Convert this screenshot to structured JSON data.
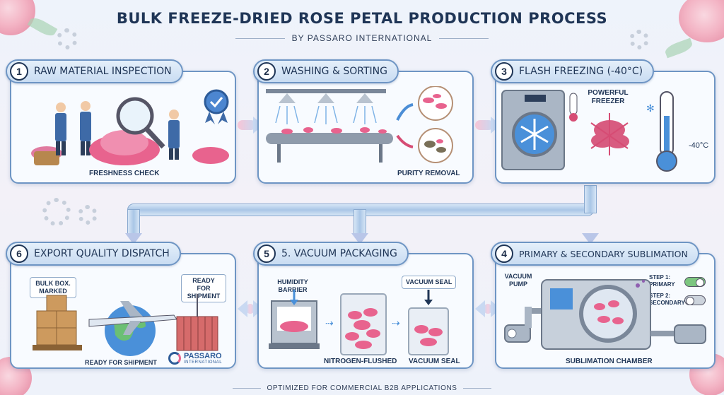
{
  "header": {
    "title": "BULK FREEZE-DRIED ROSE PETAL PRODUCTION PROCESS",
    "subtitle": "BY PASSARO INTERNATIONAL"
  },
  "steps": [
    {
      "number": "1",
      "title": "RAW MATERIAL INSPECTION",
      "captions": [
        "FRESHNESS CHECK"
      ]
    },
    {
      "number": "2",
      "title": "WASHING & SORTING",
      "captions": [
        "PURITY REMOVAL"
      ]
    },
    {
      "number": "3",
      "title": "FLASH FREEZING (-40°C)",
      "captions": [
        "POWERFUL FREEZER",
        "-40°C",
        "-40°C"
      ]
    },
    {
      "number": "4",
      "title": "PRIMARY & SECONDARY SUBLIMATION",
      "captions": [
        "VACUUM PUMP",
        "STEP 1: PRIMARY",
        "STEP 2: SECONDARY",
        "SUBLIMATION CHAMBER"
      ]
    },
    {
      "number": "5",
      "title": "5. VACUUM PACKAGING",
      "captions": [
        "HUMIDITY BARRIER",
        "VACUUM SEAL",
        "NITROGEN-FLUSHED",
        "VACUUM SEAL"
      ]
    },
    {
      "number": "6",
      "title": "EXPORT QUALITY DISPATCH",
      "captions": [
        "BULK BOX. MARKED",
        "READY FOR SHIPMENT",
        "READY FOR SHIPMENT"
      ]
    }
  ],
  "brand": {
    "name": "PASSARO",
    "tagline": "INTERNATIONAL"
  },
  "footer": "OPTIMIZED FOR COMMERCIAL B2B APPLICATIONS",
  "colors": {
    "accent": "#6e95c4",
    "petal": "#e8638e",
    "title": "#1f3556"
  }
}
